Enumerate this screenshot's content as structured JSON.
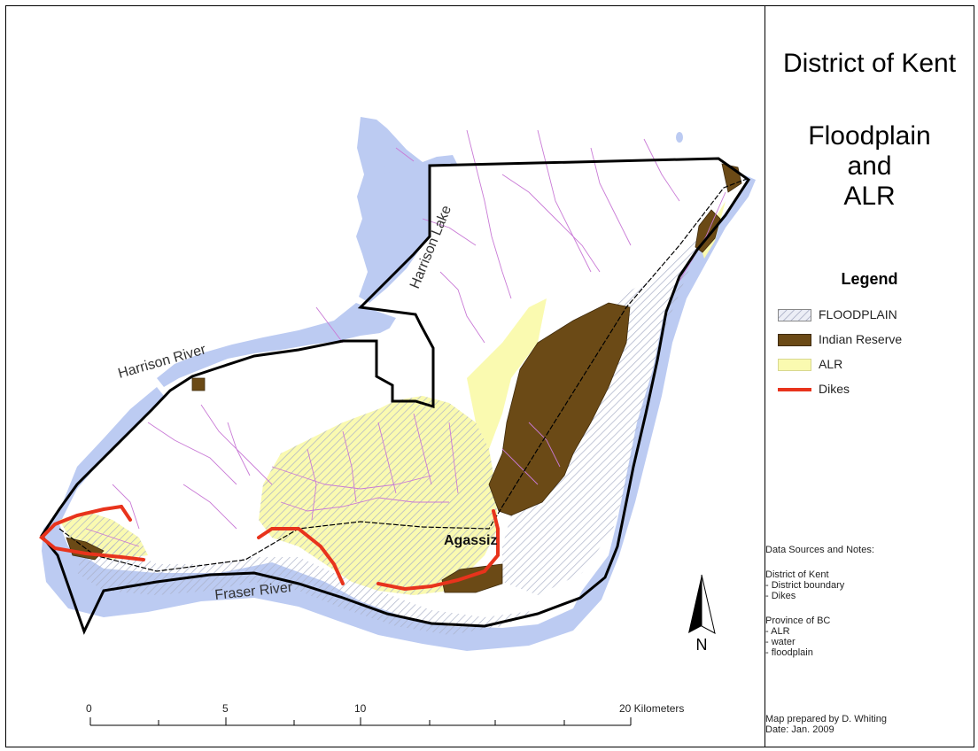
{
  "title": {
    "line1": "District of Kent",
    "line2": "Floodplain",
    "line3": "and",
    "line4": "ALR"
  },
  "legend": {
    "title": "Legend",
    "items": [
      {
        "label": "FLOODPLAIN",
        "color": "#cfd3e6"
      },
      {
        "label": "Indian Reserve",
        "color": "#6b4a16"
      },
      {
        "label": "ALR",
        "color": "#fafab0"
      },
      {
        "label": "Dikes",
        "color": "#e8331c"
      }
    ]
  },
  "map_labels": {
    "harrison_lake": "Harrison Lake",
    "harrison_river": "Harrison River",
    "fraser_river": "Fraser River",
    "agassiz": "Agassiz"
  },
  "north_arrow": "N",
  "scale_bar": {
    "ticks": [
      "0",
      "5",
      "10",
      "20 Kilometers"
    ]
  },
  "notes": {
    "heading": "Data Sources and Notes:",
    "kent_heading": "District of Kent",
    "kent_items": [
      "- District boundary",
      "- Dikes"
    ],
    "bc_heading": "Province of BC",
    "bc_items": [
      "- ALR",
      "- water",
      "- floodplain"
    ],
    "prepared": "Map prepared by D. Whiting",
    "date": "Date:  Jan. 2009"
  },
  "colors": {
    "water": "#bccbf2",
    "floodplain_hatch": "#c6cadb",
    "alr": "#fafab0",
    "indian_reserve": "#6b4a16",
    "dikes": "#e8331c",
    "streams": "#c97ad6",
    "boundary": "#000000"
  }
}
